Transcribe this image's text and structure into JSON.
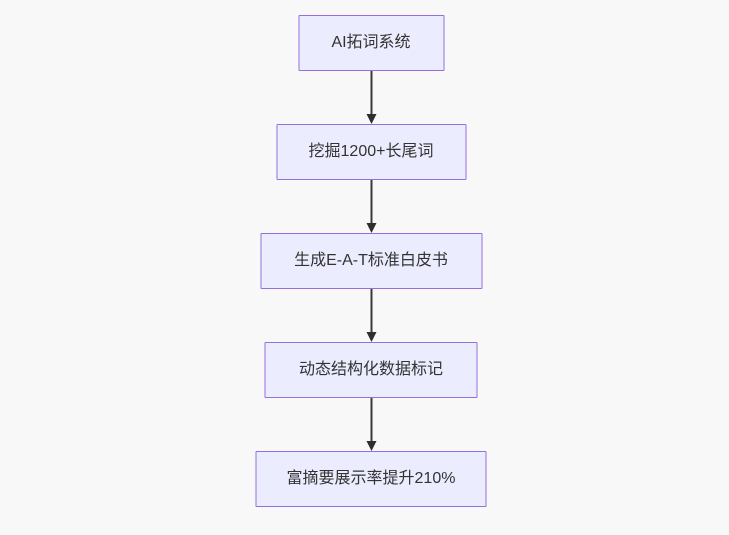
{
  "diagram": {
    "type": "flowchart",
    "direction": "top-down",
    "colors": {
      "background": "#f8f8f8",
      "node_fill": "#ececff",
      "node_border": "#9370db",
      "text": "#333333",
      "arrow": "#333333"
    },
    "nodes": [
      {
        "label": "AI拓词系统"
      },
      {
        "label": "挖掘1200+长尾词"
      },
      {
        "label": "生成E-A-T标准白皮书"
      },
      {
        "label": "动态结构化数据标记"
      },
      {
        "label": "富摘要展示率提升210%"
      }
    ],
    "edges": [
      {
        "from": 0,
        "to": 1
      },
      {
        "from": 1,
        "to": 2
      },
      {
        "from": 2,
        "to": 3
      },
      {
        "from": 3,
        "to": 4
      }
    ]
  }
}
